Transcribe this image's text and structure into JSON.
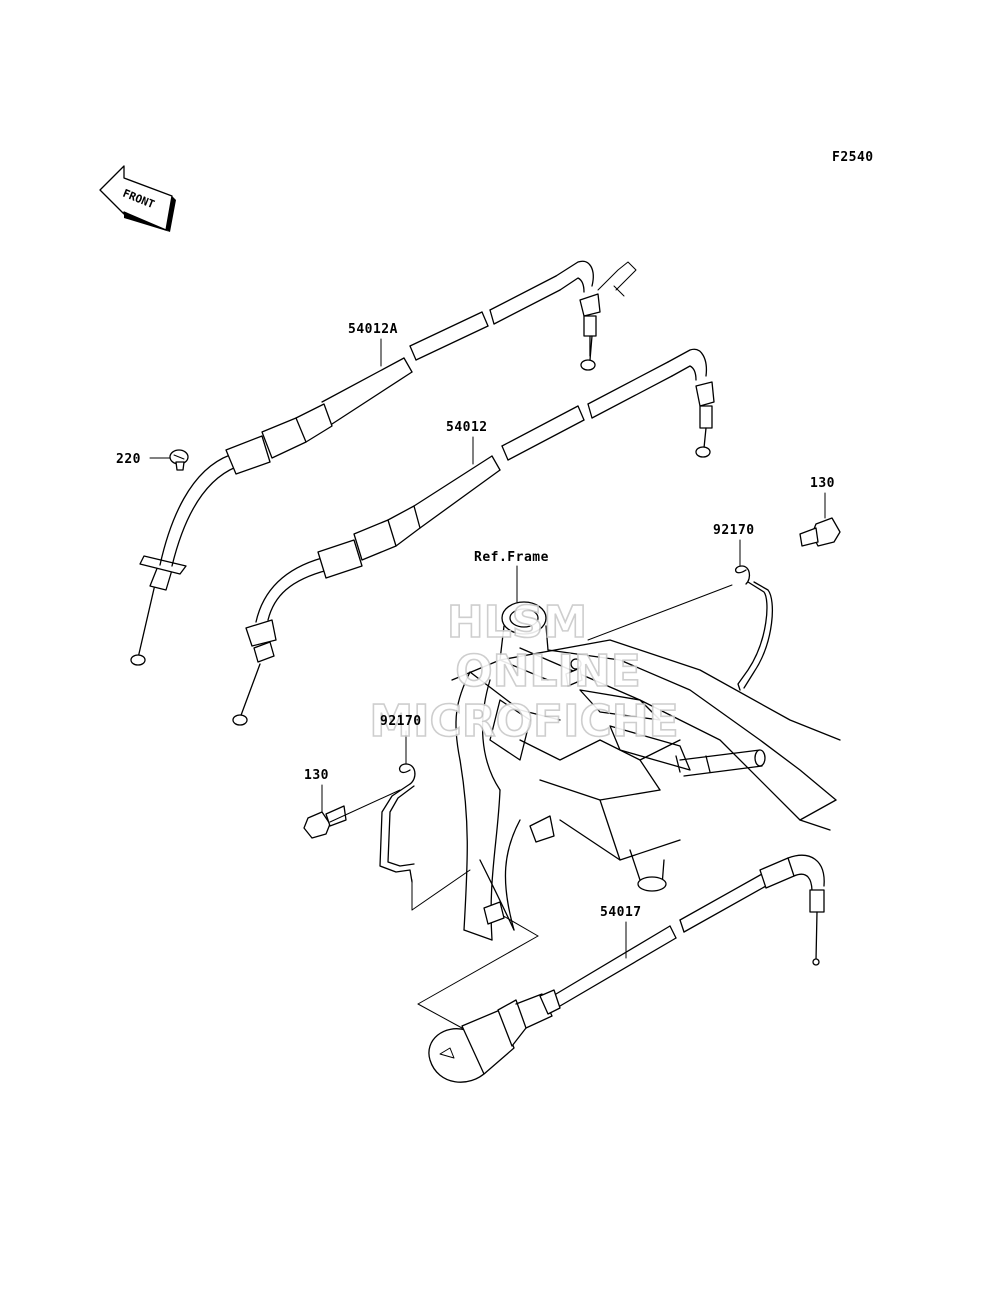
{
  "diagram": {
    "figure_code": "F2540",
    "direction_label": "FRONT",
    "reference_label": "Ref.Frame",
    "watermark": {
      "line1": "HLSM",
      "line2": "ONLINE",
      "line3": "MICROFICHE"
    },
    "callouts": [
      {
        "id": "54012A",
        "text": "54012A"
      },
      {
        "id": "54012",
        "text": "54012"
      },
      {
        "id": "220",
        "text": "220"
      },
      {
        "id": "130-right",
        "text": "130"
      },
      {
        "id": "92170-right",
        "text": "92170"
      },
      {
        "id": "92170-left",
        "text": "92170"
      },
      {
        "id": "130-left",
        "text": "130"
      },
      {
        "id": "54017",
        "text": "54017"
      }
    ]
  }
}
